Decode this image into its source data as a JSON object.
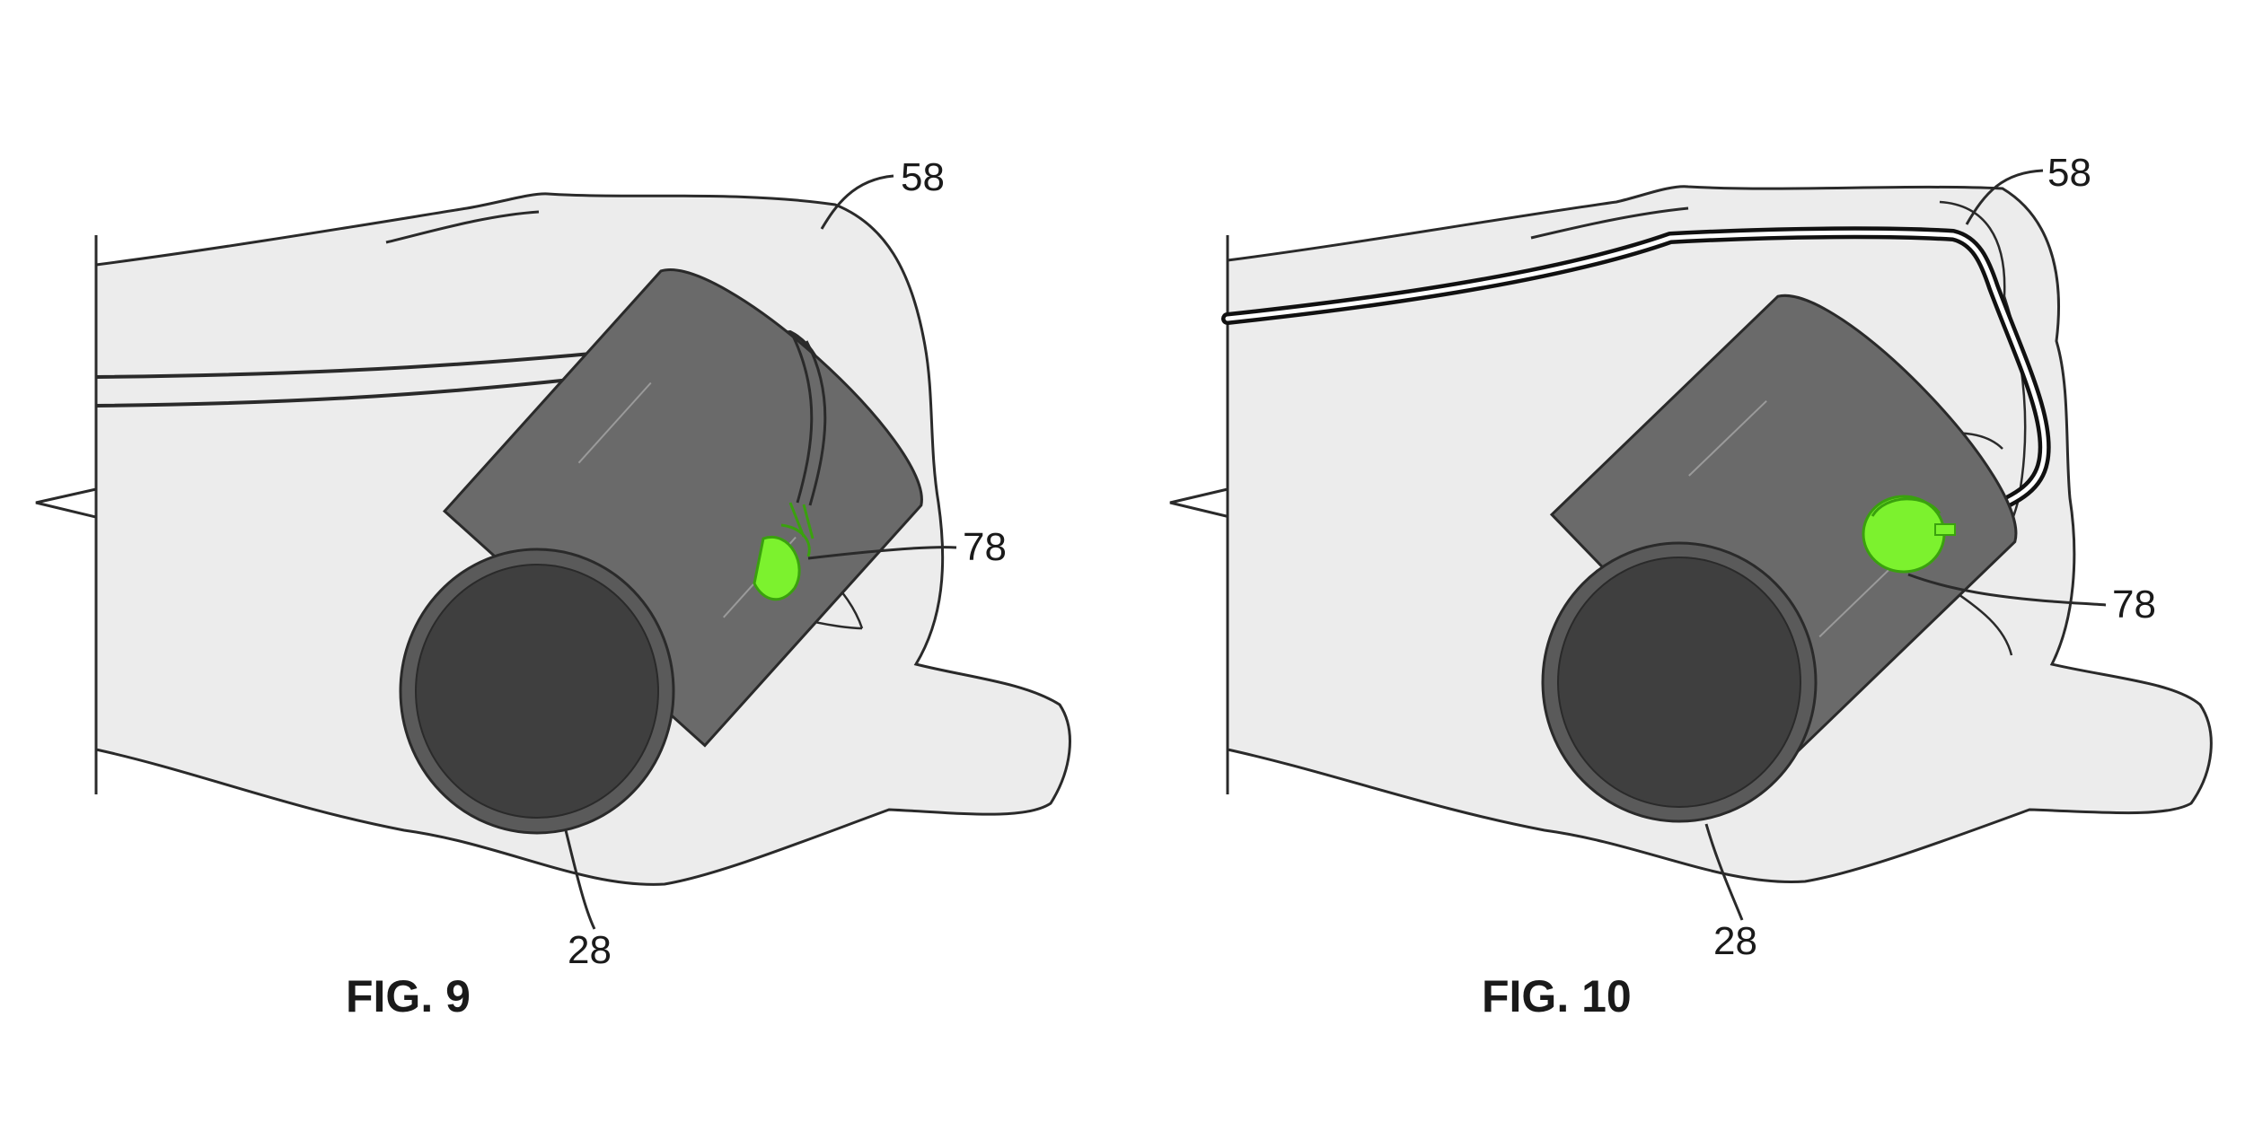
{
  "figures": [
    {
      "label": "FIG. 9",
      "refs": {
        "hand": "58",
        "sensor": "78",
        "handle": "28"
      }
    },
    {
      "label": "FIG. 10",
      "refs": {
        "hand": "58",
        "sensor": "78",
        "handle": "28"
      }
    }
  ],
  "colors": {
    "skin": "#ececec",
    "outline": "#2a2a2a",
    "tube_body": "#6a6a6a",
    "tube_end": "#3f3f3f",
    "sensor": "#7cf22e",
    "sensor_edge": "#3aa10e",
    "wire": "#111111"
  }
}
